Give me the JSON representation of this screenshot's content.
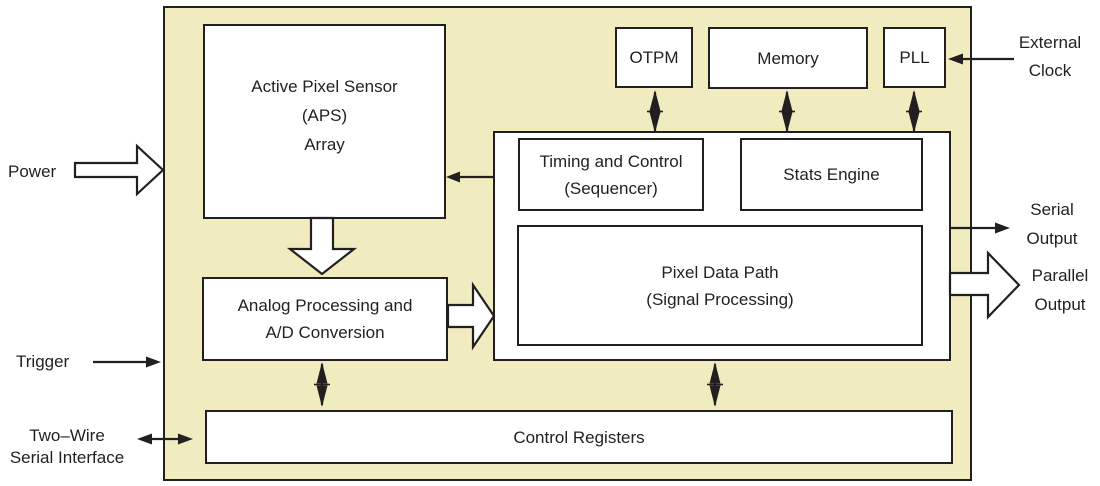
{
  "diagram": {
    "title_hint": "image sensor block diagram",
    "colors": {
      "chip_fill": "#F0ECC0",
      "line": "#231F20",
      "block_fill": "#FFFFFF"
    },
    "blocks": {
      "aps_line1": "Active Pixel Sensor",
      "aps_line2": "(APS)",
      "aps_line3": "Array",
      "otpm": "OTPM",
      "memory": "Memory",
      "pll": "PLL",
      "timing_line1": "Timing and Control",
      "timing_line2": "(Sequencer)",
      "stats": "Stats Engine",
      "pixel_path_line1": "Pixel Data Path",
      "pixel_path_line2": "(Signal Processing)",
      "analog_line1": "Analog Processing and",
      "analog_line2": "A/D Conversion",
      "control_registers": "Control Registers"
    },
    "outer_labels": {
      "power": "Power",
      "trigger": "Trigger",
      "two_wire_line1": "Two–Wire",
      "two_wire_line2": "Serial Interface",
      "external_clock_line1": "External",
      "external_clock_line2": "Clock",
      "serial_output_line1": "Serial",
      "serial_output_line2": "Output",
      "parallel_output_line1": "Parallel",
      "parallel_output_line2": "Output"
    }
  }
}
